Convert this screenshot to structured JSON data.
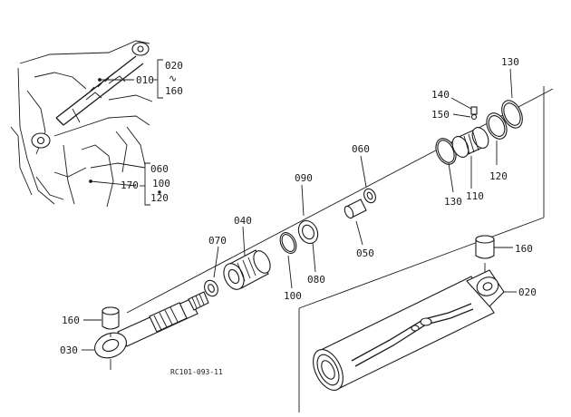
{
  "diagram": {
    "drawing_code": "RC101-093-11",
    "labels": {
      "p010": "010",
      "p020_range_start": "020",
      "p020_range_end": "160",
      "p020_range_sep": "∿",
      "p170": "170",
      "p170_a": "060",
      "p170_b": "100",
      "p170_c": "120",
      "p040": "040",
      "p070": "070",
      "p090": "090",
      "p060": "060",
      "p080": "080",
      "p100": "100",
      "p050": "050",
      "p130_top": "130",
      "p140": "140",
      "p150": "150",
      "p130_bottom": "130",
      "p110": "110",
      "p120": "120",
      "p160_right": "160",
      "p020": "020",
      "p160_left": "160",
      "p030": "030"
    }
  }
}
